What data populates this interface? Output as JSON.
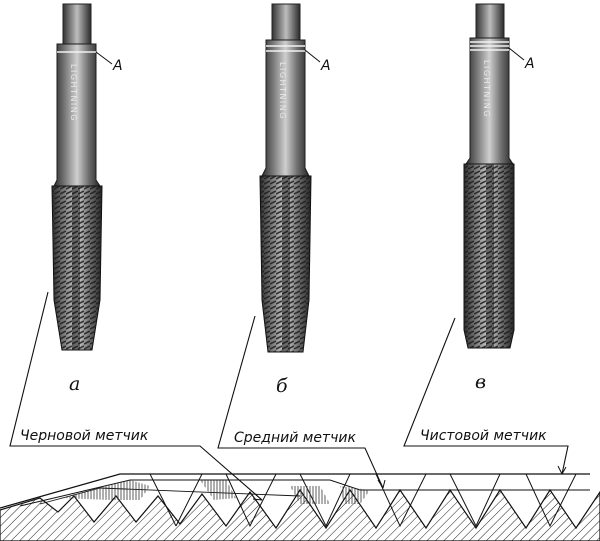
{
  "taps": [
    {
      "letter": "а",
      "brand": "LIGHTNING",
      "marker": "A",
      "rings": 1
    },
    {
      "letter": "б",
      "brand": "LIGHTNING",
      "marker": "A",
      "rings": 2
    },
    {
      "letter": "в",
      "brand": "LIGHTNING",
      "marker": "A",
      "rings": 3
    }
  ],
  "labels": {
    "rough": "Черновой метчик",
    "middle": "Средний метчик",
    "finish": "Чистовой метчик"
  },
  "colors": {
    "steel_dark": "#3a3a3a",
    "steel_mid": "#8a8a8a",
    "steel_light": "#d6d6d6",
    "ink": "#111111"
  }
}
